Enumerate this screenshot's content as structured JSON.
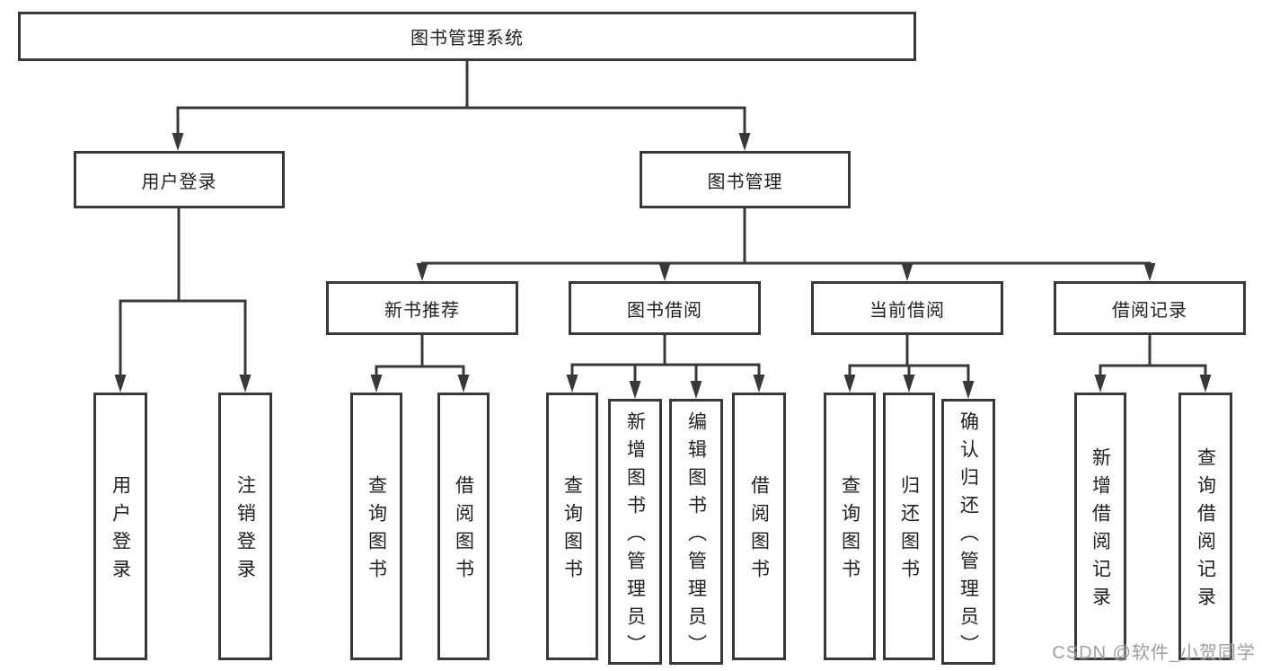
{
  "tree": {
    "label": "图书管理系统",
    "children": [
      {
        "label": "用户登录",
        "children": [
          {
            "label": "用户登录"
          },
          {
            "label": "注销登录"
          }
        ]
      },
      {
        "label": "图书管理",
        "children": [
          {
            "label": "新书推荐",
            "children": [
              {
                "label": "查询图书"
              },
              {
                "label": "借阅图书"
              }
            ]
          },
          {
            "label": "图书借阅",
            "children": [
              {
                "label": "查询图书"
              },
              {
                "label": "新增图书（管理员）"
              },
              {
                "label": "编辑图书（管理员）"
              },
              {
                "label": "借阅图书"
              }
            ]
          },
          {
            "label": "当前借阅",
            "children": [
              {
                "label": "查询图书"
              },
              {
                "label": "归还图书"
              },
              {
                "label": "确认归还（管理员）"
              }
            ]
          },
          {
            "label": "借阅记录",
            "children": [
              {
                "label": "新增借阅记录"
              },
              {
                "label": "查询借阅记录"
              }
            ]
          }
        ]
      }
    ]
  },
  "watermark": "CSDN @软件_小贺同学",
  "colors": {
    "line": "#383838",
    "box_border": "#383838",
    "text": "#1f1f1f",
    "watermark": "#8e8e8e",
    "background": "#ffffff"
  }
}
